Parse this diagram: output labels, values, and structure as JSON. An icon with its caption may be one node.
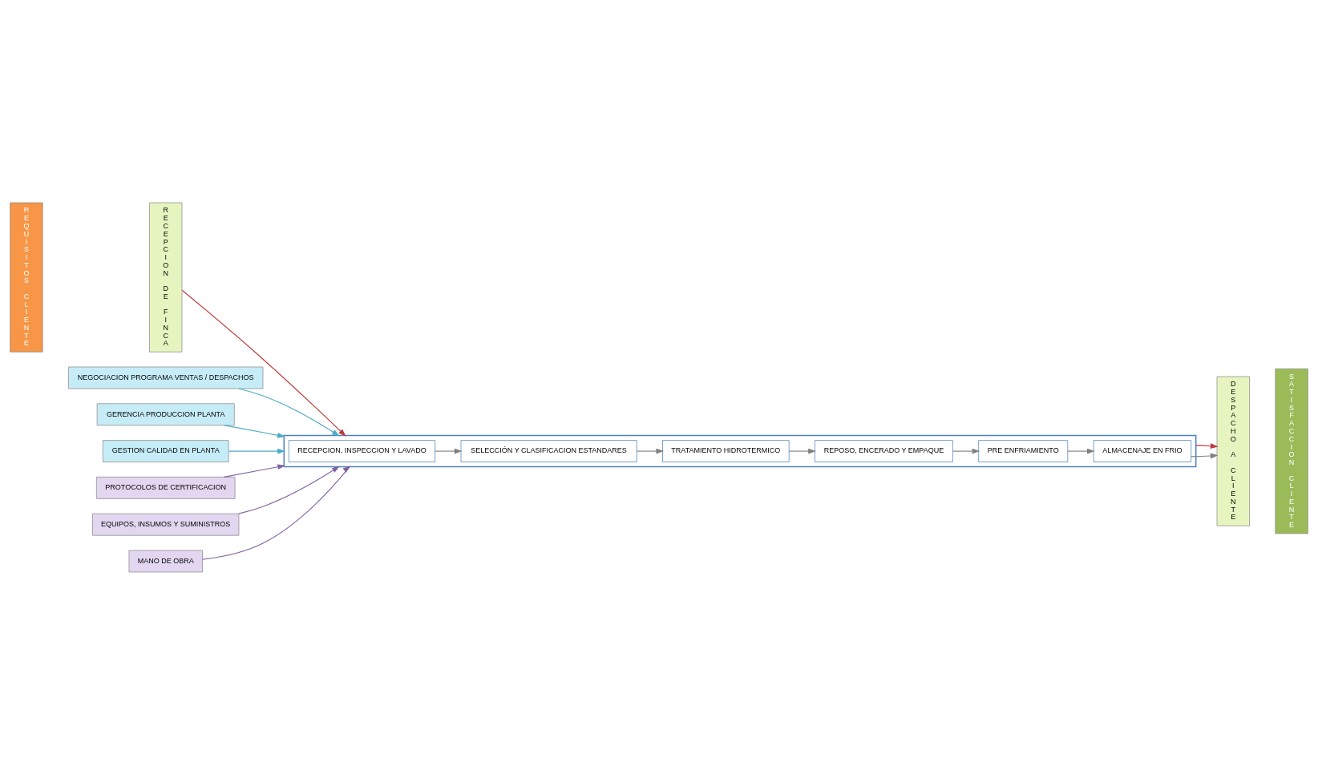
{
  "diagram": {
    "nodes": [
      {
        "text": [
          "REQUISITOS CLIENTE"
        ]
      },
      {
        "text": [
          "RECEPCION DE FINCA"
        ]
      },
      {
        "text": [
          "NEGOCIACION PROGRAMA VENTAS / DESPACHOS"
        ]
      },
      {
        "text": [
          "GERENCIA PRODUCCION PLANTA"
        ]
      },
      {
        "text": [
          "GESTION CALIDAD EN PLANTA"
        ]
      },
      {
        "text": [],
        "shape": "box"
      },
      {
        "text": [
          "RECEPCION, INSPECCION Y LAVADO"
        ],
        "in": 5
      },
      {
        "text": [
          "SELECCIÓN Y CLASIFICACION ESTANDARES"
        ],
        "in": 5
      },
      {
        "text": [
          "TRATAMIENTO HIDROTERMICO"
        ],
        "in": 5
      },
      {
        "text": [
          "REPOSO, ENCERADO Y EMPAQUE"
        ],
        "in": 5
      },
      {
        "text": [
          "PRE ENFRIAMIENTO"
        ],
        "in": 5
      },
      {
        "text": [
          "ALMACENAJE EN FRIO"
        ],
        "in": 5
      },
      {
        "text": [
          "DESPACHO A CLIENTE"
        ]
      },
      {
        "text": [
          "SATISFACCION CLIENTE"
        ]
      },
      {
        "text": [
          "PROTOCOLOS DE CERTIFICACION"
        ]
      },
      {
        "text": [
          "EQUIPOS, INSUMOS Y SUMINISTROS"
        ]
      },
      {
        "text": [
          "MANO DE OBRA"
        ]
      }
    ],
    "edges": [
      {
        "from": 1,
        "to": 5,
        "arrow": "to",
        "color": "#c0393b"
      },
      {
        "from": 2,
        "to": 5,
        "arrow": "to",
        "color": "#4bacc6"
      },
      {
        "from": 3,
        "to": 5,
        "arrow": "to",
        "color": "#4bacc6"
      },
      {
        "from": 4,
        "to": 5,
        "arrow": "to",
        "color": "#4bacc6"
      },
      {
        "from": 6,
        "to": 7,
        "arrow": "to"
      },
      {
        "from": 7,
        "to": 8,
        "arrow": "to"
      },
      {
        "from": 8,
        "to": 9,
        "arrow": "to"
      },
      {
        "from": 9,
        "to": 10,
        "arrow": "to"
      },
      {
        "from": 10,
        "to": 11,
        "arrow": "to"
      },
      {
        "from": 11,
        "to": 12,
        "arrow": "to"
      },
      {
        "from": 5,
        "to": 12,
        "arrow": "to",
        "color": "#c0393b"
      },
      {
        "from": 14,
        "to": 5,
        "arrow": "to",
        "color": "#8064a2"
      },
      {
        "from": 15,
        "to": 5,
        "arrow": "to",
        "color": "#8064a2"
      },
      {
        "from": 16,
        "to": 5,
        "arrow": "to",
        "color": "#8064a2"
      }
    ]
  }
}
